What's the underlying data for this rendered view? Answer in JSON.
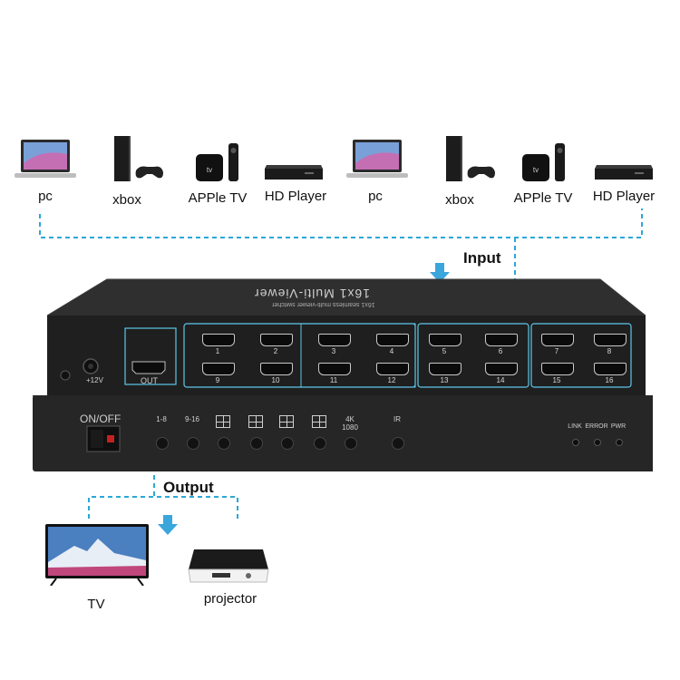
{
  "inputs": [
    {
      "label": "pc",
      "icon": "laptop-icon"
    },
    {
      "label": "xbox",
      "icon": "game-console-icon"
    },
    {
      "label": "APPle TV",
      "icon": "apple-tv-icon"
    },
    {
      "label": "HD Player",
      "icon": "hd-player-icon"
    },
    {
      "label": "pc",
      "icon": "laptop-icon"
    },
    {
      "label": "xbox",
      "icon": "game-console-icon"
    },
    {
      "label": "APPle TV",
      "icon": "apple-tv-icon"
    },
    {
      "label": "HD Player",
      "icon": "hd-player-icon"
    }
  ],
  "input_heading": "Input",
  "output_heading": "Output",
  "outputs": [
    {
      "label": "TV",
      "icon": "tv-icon"
    },
    {
      "label": "projector",
      "icon": "projector-icon"
    }
  ],
  "device": {
    "top_text": "16x1 Multi-Viewer",
    "top_subtext": "16x1 seamless multi-viewer switcher",
    "power_label": "+12V",
    "out_label": "OUT",
    "ports": [
      "1",
      "2",
      "3",
      "4",
      "5",
      "6",
      "7",
      "8",
      "9",
      "10",
      "11",
      "12",
      "13",
      "14",
      "15",
      "16"
    ],
    "onoff_label": "ON/OFF",
    "buttons": [
      "1-8",
      "9-16",
      "",
      "",
      "",
      "",
      "4K 1080",
      "IR"
    ],
    "leds": [
      "LINK",
      "ERROR",
      "PWR"
    ]
  },
  "colors": {
    "dashed_line": "#2aa8d8",
    "device_body": "#2b2b2b",
    "highlight": "#5ec7ea"
  }
}
